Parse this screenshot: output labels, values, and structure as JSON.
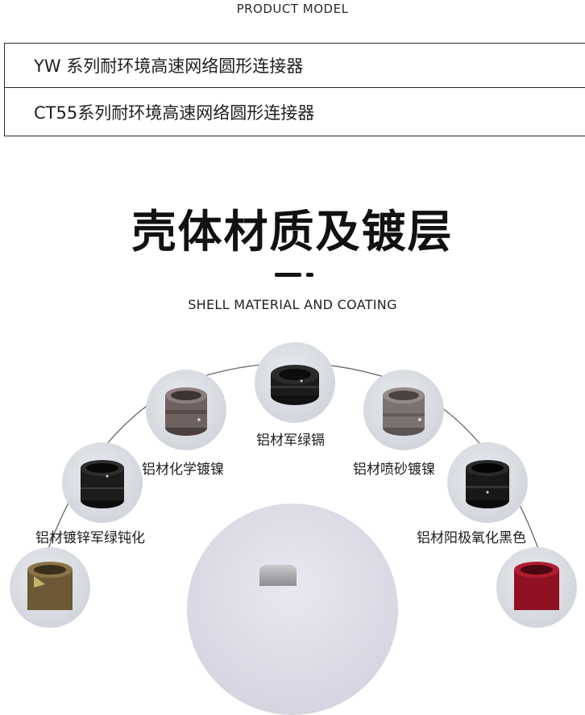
{
  "header": {
    "product_model_label": "PRODUCT MODEL"
  },
  "models": [
    {
      "label": "YW 系列耐环境高速网络圆形连接器"
    },
    {
      "label": "CT55系列耐环境高速网络圆形连接器"
    }
  ],
  "section": {
    "title": "壳体材质及镀层",
    "subtitle": "SHELL MATERIAL AND COATING"
  },
  "materials": [
    {
      "label": "铝材军绿镉",
      "finish": "black"
    },
    {
      "label": "铝材化学镀镍",
      "finish": "nickel"
    },
    {
      "label": "铝材喷砂镀镍",
      "finish": "sandblast-nickel"
    },
    {
      "label": "铝材镀锌军绿钝化",
      "finish": "black"
    },
    {
      "label": "铝材阳极氧化黑色",
      "finish": "black"
    },
    {
      "finish": "gold-olive"
    },
    {
      "finish": "red"
    }
  ],
  "colors": {
    "border": "#2b2b2b",
    "circle_bg": "#d3d7dd",
    "arc": "#555555"
  }
}
